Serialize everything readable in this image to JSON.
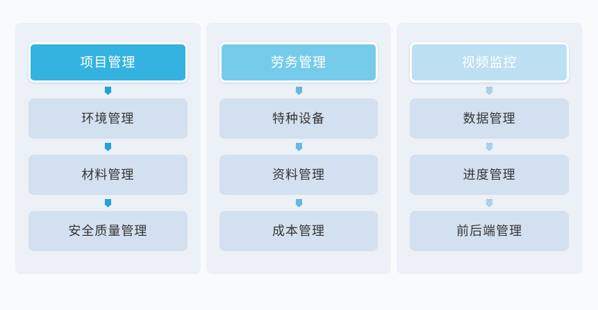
{
  "diagram": {
    "type": "three-column-flow",
    "background_color": "#f9fafb",
    "panel_background_color": "#ecf0f7",
    "child_node_color": "#d3e0f0",
    "child_text_color": "#353535",
    "arrow_icon_name": "arrow-down-icon",
    "columns": [
      {
        "id": "column-1",
        "accent_color": "#35b3e0",
        "header": {
          "label": "项目管理",
          "tone": "primary",
          "text_color": "#ffffff"
        },
        "arrow_color": "#21a3d8",
        "nodes": [
          {
            "label": "环境管理"
          },
          {
            "label": "材料管理"
          },
          {
            "label": "安全质量管理"
          }
        ]
      },
      {
        "id": "column-2",
        "accent_color": "#76cbea",
        "header": {
          "label": "劳务管理",
          "tone": "secondary",
          "text_color": "#ffffff"
        },
        "arrow_color": "#63b9e2",
        "nodes": [
          {
            "label": "特种设备"
          },
          {
            "label": "资料管理"
          },
          {
            "label": "成本管理"
          }
        ]
      },
      {
        "id": "column-3",
        "accent_color": "#bcdff2",
        "header": {
          "label": "视频监控",
          "tone": "tertiary",
          "text_color": "#ffffff"
        },
        "arrow_color": "#aacfe8",
        "nodes": [
          {
            "label": "数据管理"
          },
          {
            "label": "进度管理"
          },
          {
            "label": "前后端管理"
          }
        ]
      }
    ]
  }
}
